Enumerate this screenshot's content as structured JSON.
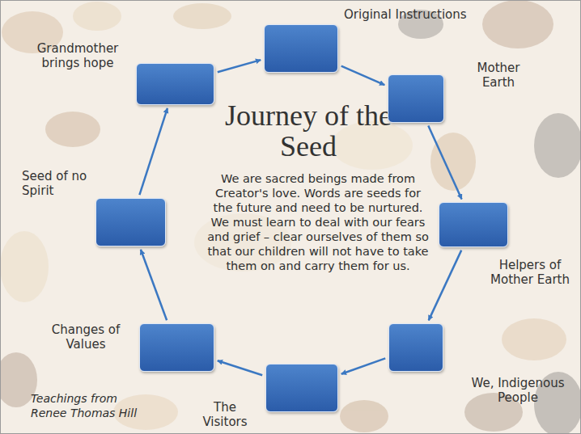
{
  "diagram": {
    "title": "Journey of the Seed",
    "nodes": [
      {
        "text": [
          "Original Instructions"
        ]
      },
      {
        "text": [
          "Mother Earth"
        ]
      },
      {
        "text": [
          "Helpers of Mother Earth"
        ]
      },
      {
        "text": [
          "We, Indigenous People"
        ]
      },
      {
        "text": [
          "The Visitors"
        ]
      },
      {
        "text": [
          "Changes of Values"
        ]
      },
      {
        "text": [
          "Seed of no Spirit"
        ]
      },
      {
        "text": [
          "Grandmother brings hope"
        ]
      }
    ],
    "edges": [
      {
        "from": 0,
        "to": 1,
        "arrow": "to"
      },
      {
        "from": 1,
        "to": 2,
        "arrow": "to"
      },
      {
        "from": 2,
        "to": 3,
        "arrow": "to"
      },
      {
        "from": 3,
        "to": 4,
        "arrow": "to"
      },
      {
        "from": 4,
        "to": 5,
        "arrow": "to"
      },
      {
        "from": 5,
        "to": 6,
        "arrow": "to"
      },
      {
        "from": 6,
        "to": 7,
        "arrow": "to"
      },
      {
        "from": 7,
        "to": 0,
        "arrow": "to"
      }
    ],
    "labels": [
      "We are sacred beings made from Creator's love.  Words are seeds for the future and need to be nurtured.  We must learn to deal with our fears and grief – clear ourselves of them so that our children will not have to take them on and carry them for us.",
      "Teachings from Renee Thomas Hill"
    ]
  }
}
